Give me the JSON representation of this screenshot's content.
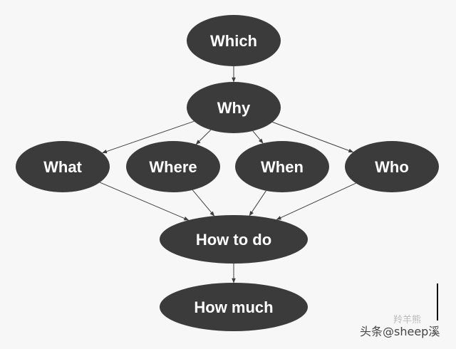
{
  "diagram": {
    "nodes": [
      {
        "id": "which",
        "label": "Which"
      },
      {
        "id": "why",
        "label": "Why"
      },
      {
        "id": "what",
        "label": "What"
      },
      {
        "id": "where",
        "label": "Where"
      },
      {
        "id": "when",
        "label": "When"
      },
      {
        "id": "who",
        "label": "Who"
      },
      {
        "id": "how-to-do",
        "label": "How to do"
      },
      {
        "id": "how-much",
        "label": "How much"
      }
    ],
    "edges": [
      [
        "which",
        "why"
      ],
      [
        "why",
        "what"
      ],
      [
        "why",
        "where"
      ],
      [
        "why",
        "when"
      ],
      [
        "why",
        "who"
      ],
      [
        "what",
        "how-to-do"
      ],
      [
        "where",
        "how-to-do"
      ],
      [
        "when",
        "how-to-do"
      ],
      [
        "who",
        "how-to-do"
      ],
      [
        "how-to-do",
        "how-much"
      ]
    ],
    "colors": {
      "node_fill": "#3b3b3b",
      "node_text": "#ffffff",
      "edge": "#3f3f3f",
      "background": "#f7f7f7"
    }
  },
  "watermark": {
    "brand": "头条",
    "handle": "@sheep溪",
    "faded_text": "羚羊熊"
  }
}
